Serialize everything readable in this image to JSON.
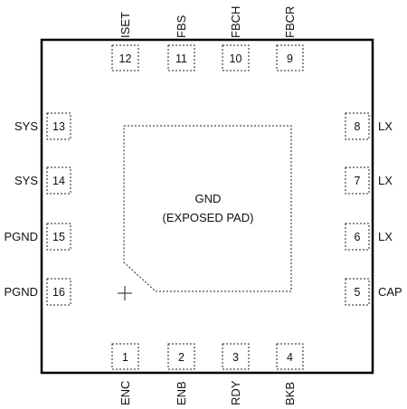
{
  "package": {
    "exposed_pad": {
      "line1": "GND",
      "line2": "(EXPOSED PAD)"
    },
    "pins_top": [
      {
        "number": "12",
        "name": "ISET"
      },
      {
        "number": "11",
        "name": "FBS"
      },
      {
        "number": "10",
        "name": "FBCH"
      },
      {
        "number": "9",
        "name": "FBCR"
      }
    ],
    "pins_left": [
      {
        "number": "13",
        "name": "SYS"
      },
      {
        "number": "14",
        "name": "SYS"
      },
      {
        "number": "15",
        "name": "PGND"
      },
      {
        "number": "16",
        "name": "PGND"
      }
    ],
    "pins_right": [
      {
        "number": "8",
        "name": "LX"
      },
      {
        "number": "7",
        "name": "LX"
      },
      {
        "number": "6",
        "name": "LX"
      },
      {
        "number": "5",
        "name": "CAP"
      }
    ],
    "pins_bottom": [
      {
        "number": "1",
        "name": "ENC"
      },
      {
        "number": "2",
        "name": "ENB"
      },
      {
        "number": "3",
        "name": "RDY"
      },
      {
        "number": "4",
        "name": "BKB"
      }
    ]
  }
}
